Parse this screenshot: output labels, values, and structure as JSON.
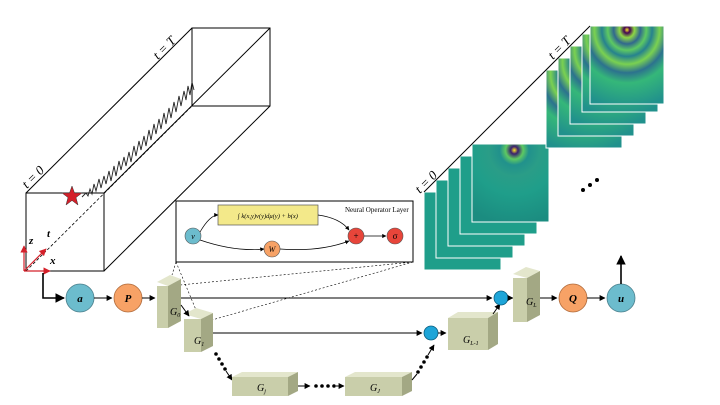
{
  "time_labels": {
    "start": "t = 0",
    "end": "t = T"
  },
  "axes": {
    "z": "z",
    "t": "t",
    "x": "x"
  },
  "nodes": {
    "a": "a",
    "P": "P",
    "Q": "Q",
    "u": "u"
  },
  "blocks": {
    "G0": "G",
    "G0_sub": "0",
    "G1": "G",
    "G1_sub": "1",
    "Gj": "G",
    "Gj_sub": "j",
    "GJ": "G",
    "GJ_sub": "J",
    "GL1": "G",
    "GL1_sub": "L-1",
    "GL": "G",
    "GL_sub": "L"
  },
  "operator_layer": {
    "title": "Neural Operator Layer",
    "integral": "∫ k(x,y)v(y)dμ(y) + b(x)",
    "v": "v",
    "w": "W",
    "plus": "+",
    "sigma": "σ"
  },
  "colors": {
    "blue_node": "#6cbccd",
    "orange_node": "#f7a266",
    "red_node": "#e8453a",
    "block_face": "#c9ceaa",
    "block_top": "#e3e6cc",
    "block_side": "#a3a884",
    "field_base": "#1f9e8a"
  }
}
